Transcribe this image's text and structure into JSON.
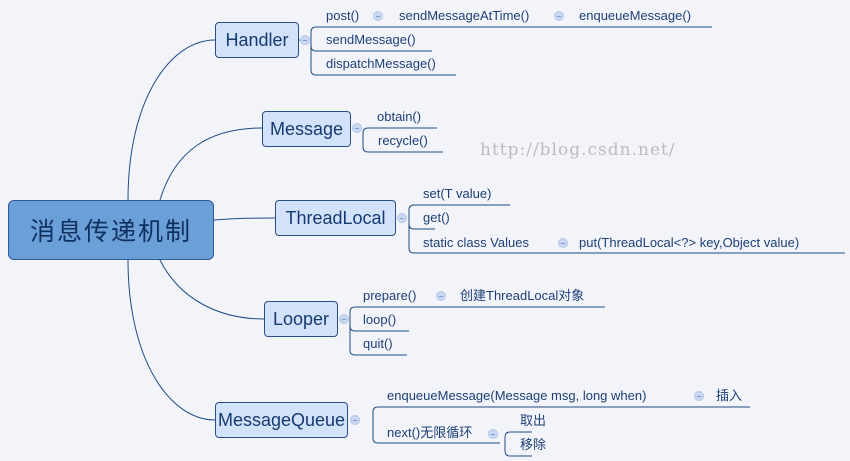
{
  "root": {
    "label": "消息传递机制"
  },
  "colors": {
    "root_fill": "#6a9fd8",
    "node_fill": "#d3e2fb",
    "line": "#1f4a86",
    "background": "#f3f4f9"
  },
  "watermark": "http://blog.csdn.net/",
  "branches": [
    {
      "label": "Handler",
      "children": [
        {
          "label": "post()",
          "chain": [
            "sendMessageAtTime()",
            "enqueueMessage()"
          ]
        },
        {
          "label": "sendMessage()"
        },
        {
          "label": "dispatchMessage()"
        }
      ]
    },
    {
      "label": "Message",
      "children": [
        {
          "label": "obtain()"
        },
        {
          "label": "recycle()"
        }
      ]
    },
    {
      "label": "ThreadLocal",
      "children": [
        {
          "label": "set(T value)"
        },
        {
          "label": "get()"
        },
        {
          "label": "static class Values",
          "chain": [
            "put(ThreadLocal<?> key,Object value)"
          ]
        }
      ]
    },
    {
      "label": "Looper",
      "children": [
        {
          "label": "prepare()",
          "chain": [
            "创建ThreadLocal对象"
          ]
        },
        {
          "label": "loop()"
        },
        {
          "label": "quit()"
        }
      ]
    },
    {
      "label": "MessageQueue",
      "children": [
        {
          "label": "enqueueMessage(Message msg, long when)",
          "chain": [
            "插入"
          ]
        },
        {
          "label": "next()无限循环",
          "children": [
            "取出",
            "移除"
          ]
        }
      ]
    }
  ]
}
